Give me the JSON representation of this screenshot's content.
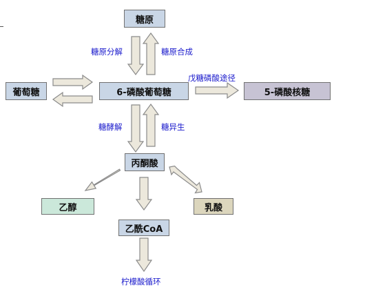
{
  "nodes": {
    "glycogen": "糖原",
    "glucose": "葡萄糖",
    "g6p": "6-磷酸葡萄糖",
    "ribose5p": "5-磷酸核糖",
    "pyruvate": "丙酮酸",
    "ethanol": "乙醇",
    "lactate": "乳酸",
    "acetyl_coa": "乙酰CoA"
  },
  "labels": {
    "glycogenolysis": "糖原分解",
    "glycogenesis": "糖原合成",
    "pentose_phosphate": "戊糖磷酸途径",
    "glycolysis": "糖酵解",
    "gluconeogenesis": "糖异生",
    "tca_cycle": "柠檬酸循环"
  },
  "colors": {
    "glycogen": "#c9d6e6",
    "glucose": "#c9d6e6",
    "g6p": "#c9d6e6",
    "ribose5p": "#c7c3d4",
    "pyruvate": "#c9d6e6",
    "ethanol": "#cbe8da",
    "lactate": "#dcd6bd",
    "acetyl_coa": "#c9d6e6",
    "arrow_fill": "#ece8dc",
    "label_text": "#1a1acc"
  }
}
